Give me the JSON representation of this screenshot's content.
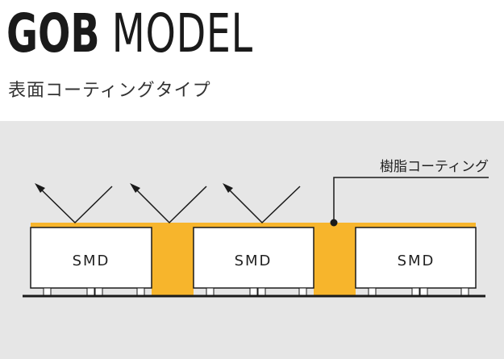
{
  "header": {
    "title_bold": "GOB",
    "title_light": "MODEL",
    "subtitle": "表面コーティングタイプ"
  },
  "diagram": {
    "callout_label": "樹脂コーティング",
    "chips": [
      {
        "label": "SMD"
      },
      {
        "label": "SMD"
      },
      {
        "label": "SMD"
      }
    ]
  },
  "colors": {
    "coating": "#f7b52c",
    "chip_fill": "#ffffff",
    "background": "#e6e6e6",
    "line": "#1a1a1a"
  }
}
